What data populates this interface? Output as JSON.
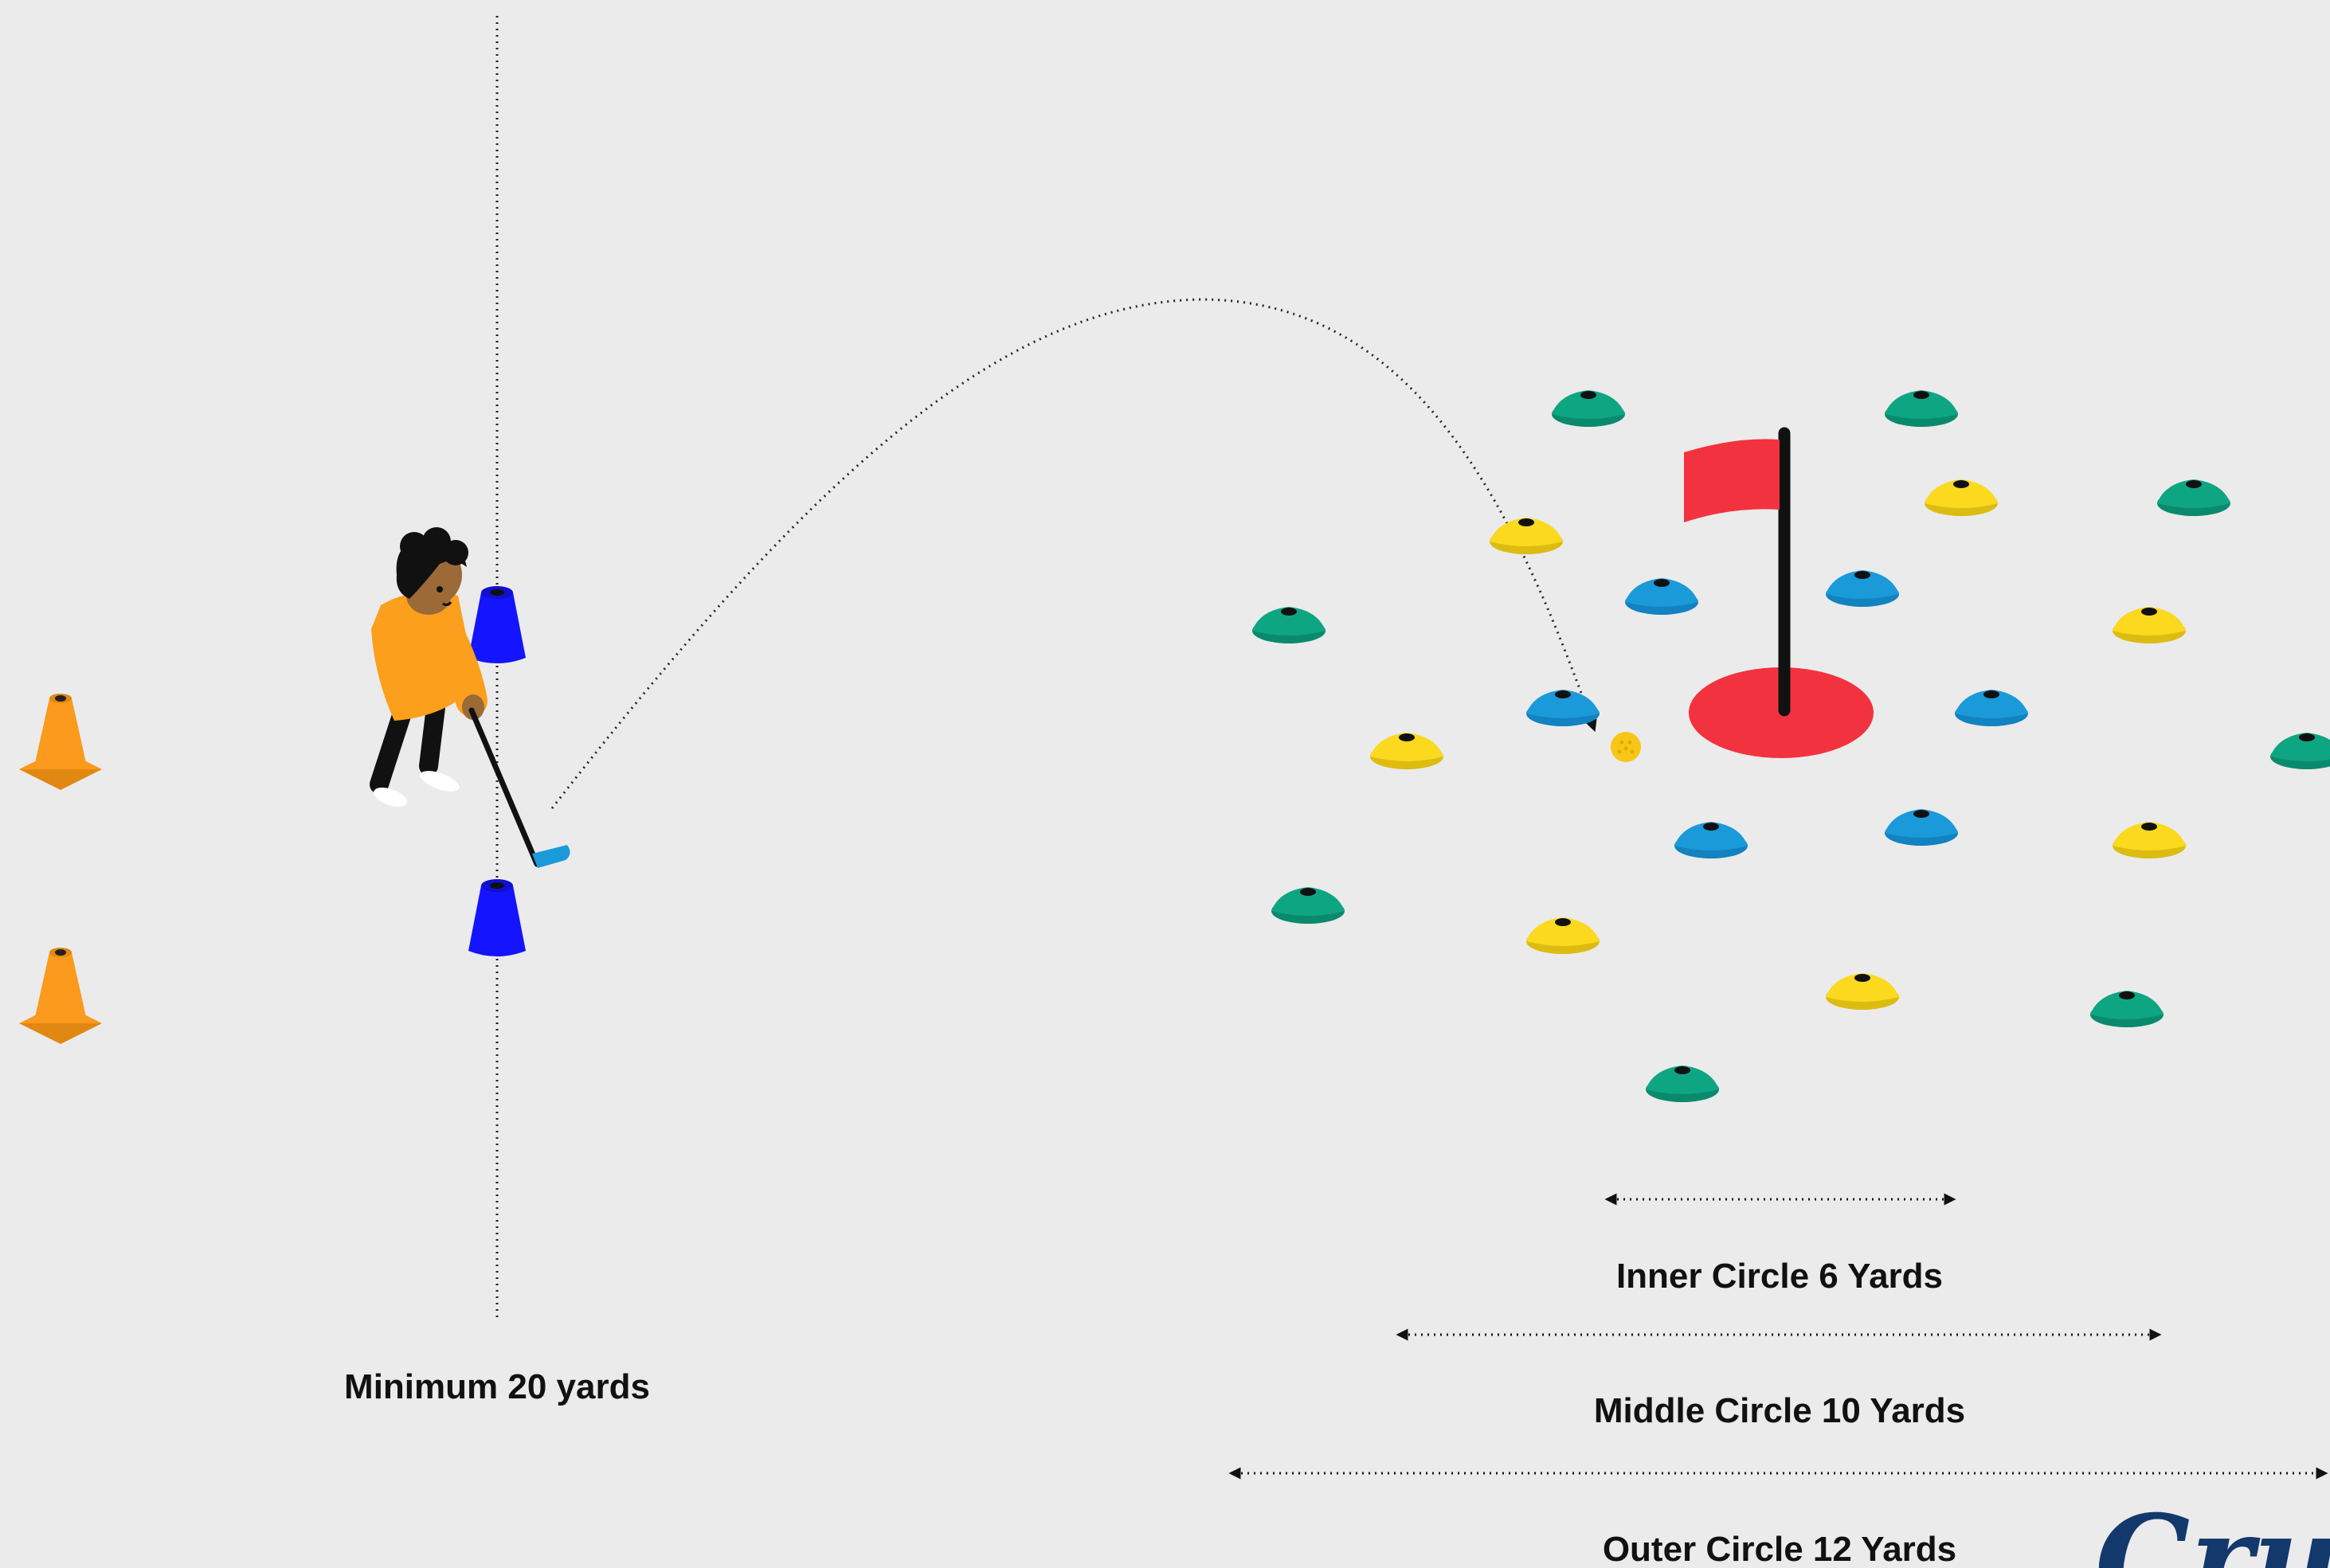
{
  "labels": {
    "min_distance": "Minimum 20 yards",
    "inner_circle": "Inner Circle 6 Yards",
    "middle_circle": "Middle Circle 10 Yards",
    "outer_circle": "Outer Circle 12 Yards"
  },
  "logo": {
    "text": "Crush"
  },
  "colors": {
    "background": "#ebebeb",
    "inner_cones": "#1a9ad9",
    "middle_cones": "#fbd91e",
    "outer_cones": "#0ea582",
    "gate_cones": "#1414ff",
    "traffic_cones": "#fb9a1c",
    "flag": "#f2333f",
    "hole": "#f2333f",
    "ball": "#f8c614",
    "player_shirt": "#fb9f1d",
    "logo": "#13386b"
  },
  "icons": [
    "golfer-icon",
    "flag-icon",
    "golf-ball-icon",
    "marker-cone-icon",
    "traffic-cone-icon",
    "gate-cone-icon"
  ]
}
